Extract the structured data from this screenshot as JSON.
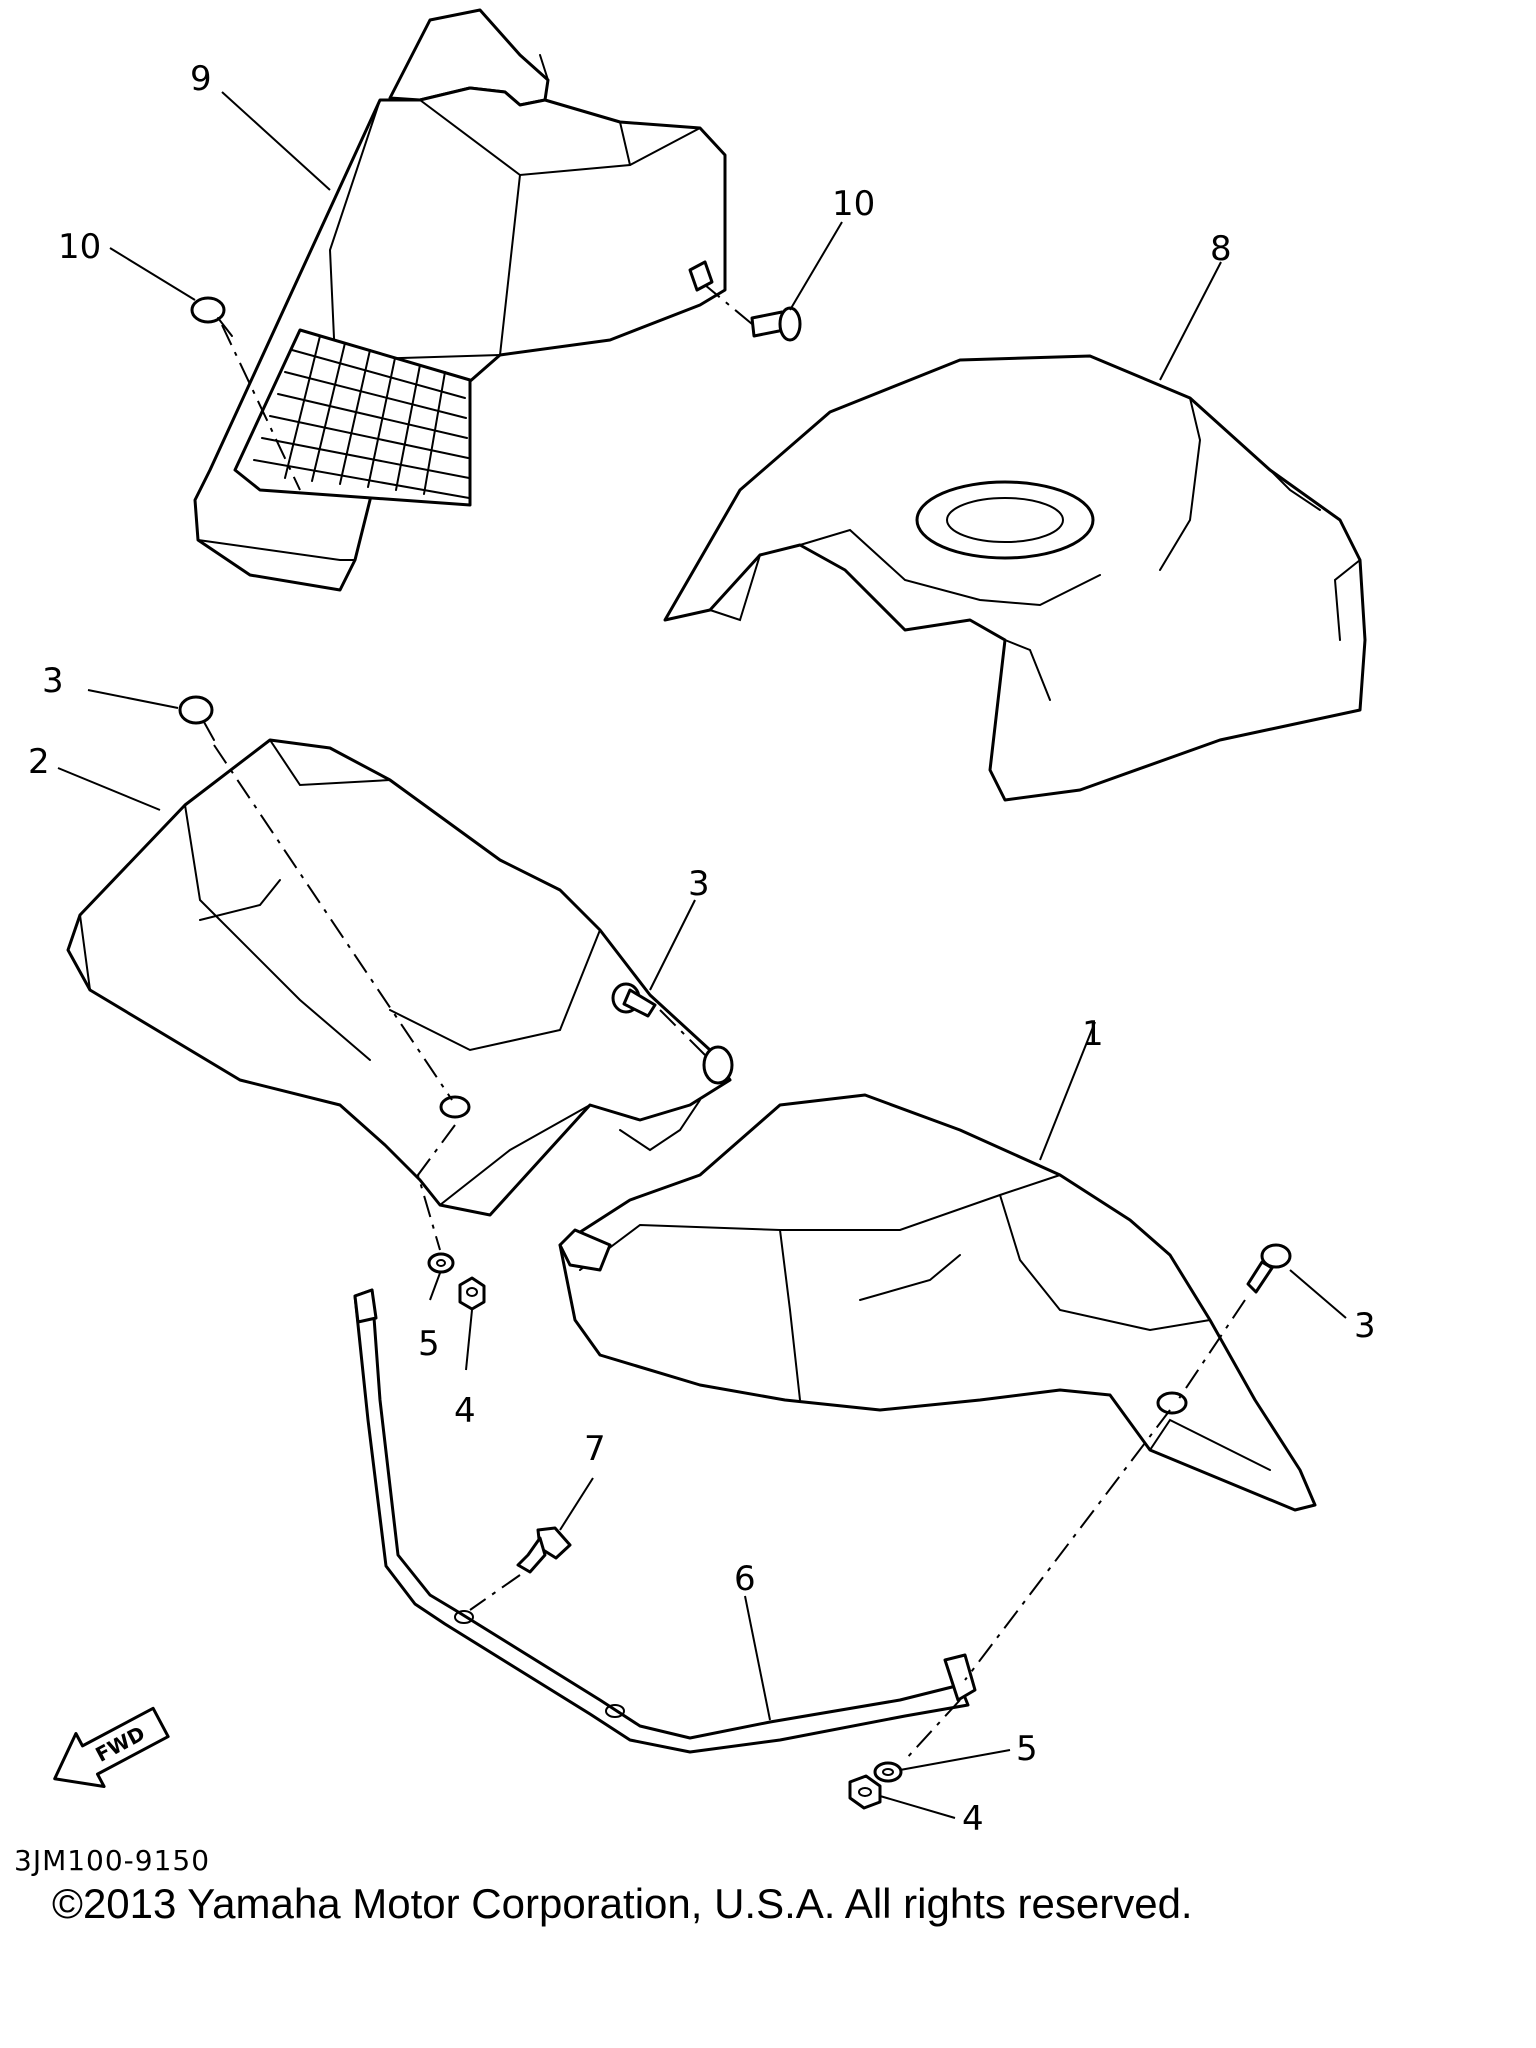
{
  "diagram": {
    "callouts": {
      "c1": "1",
      "c2": "2",
      "c3a": "3",
      "c3b": "3",
      "c3c": "3",
      "c4a": "4",
      "c4b": "4",
      "c5a": "5",
      "c5b": "5",
      "c6": "6",
      "c7": "7",
      "c8": "8",
      "c9": "9",
      "c10a": "10",
      "c10b": "10"
    },
    "fwd_label": "FWD",
    "diagram_code": "3JM100-9150",
    "copyright": "©2013 Yamaha Motor Corporation, U.S.A. All rights reserved."
  }
}
